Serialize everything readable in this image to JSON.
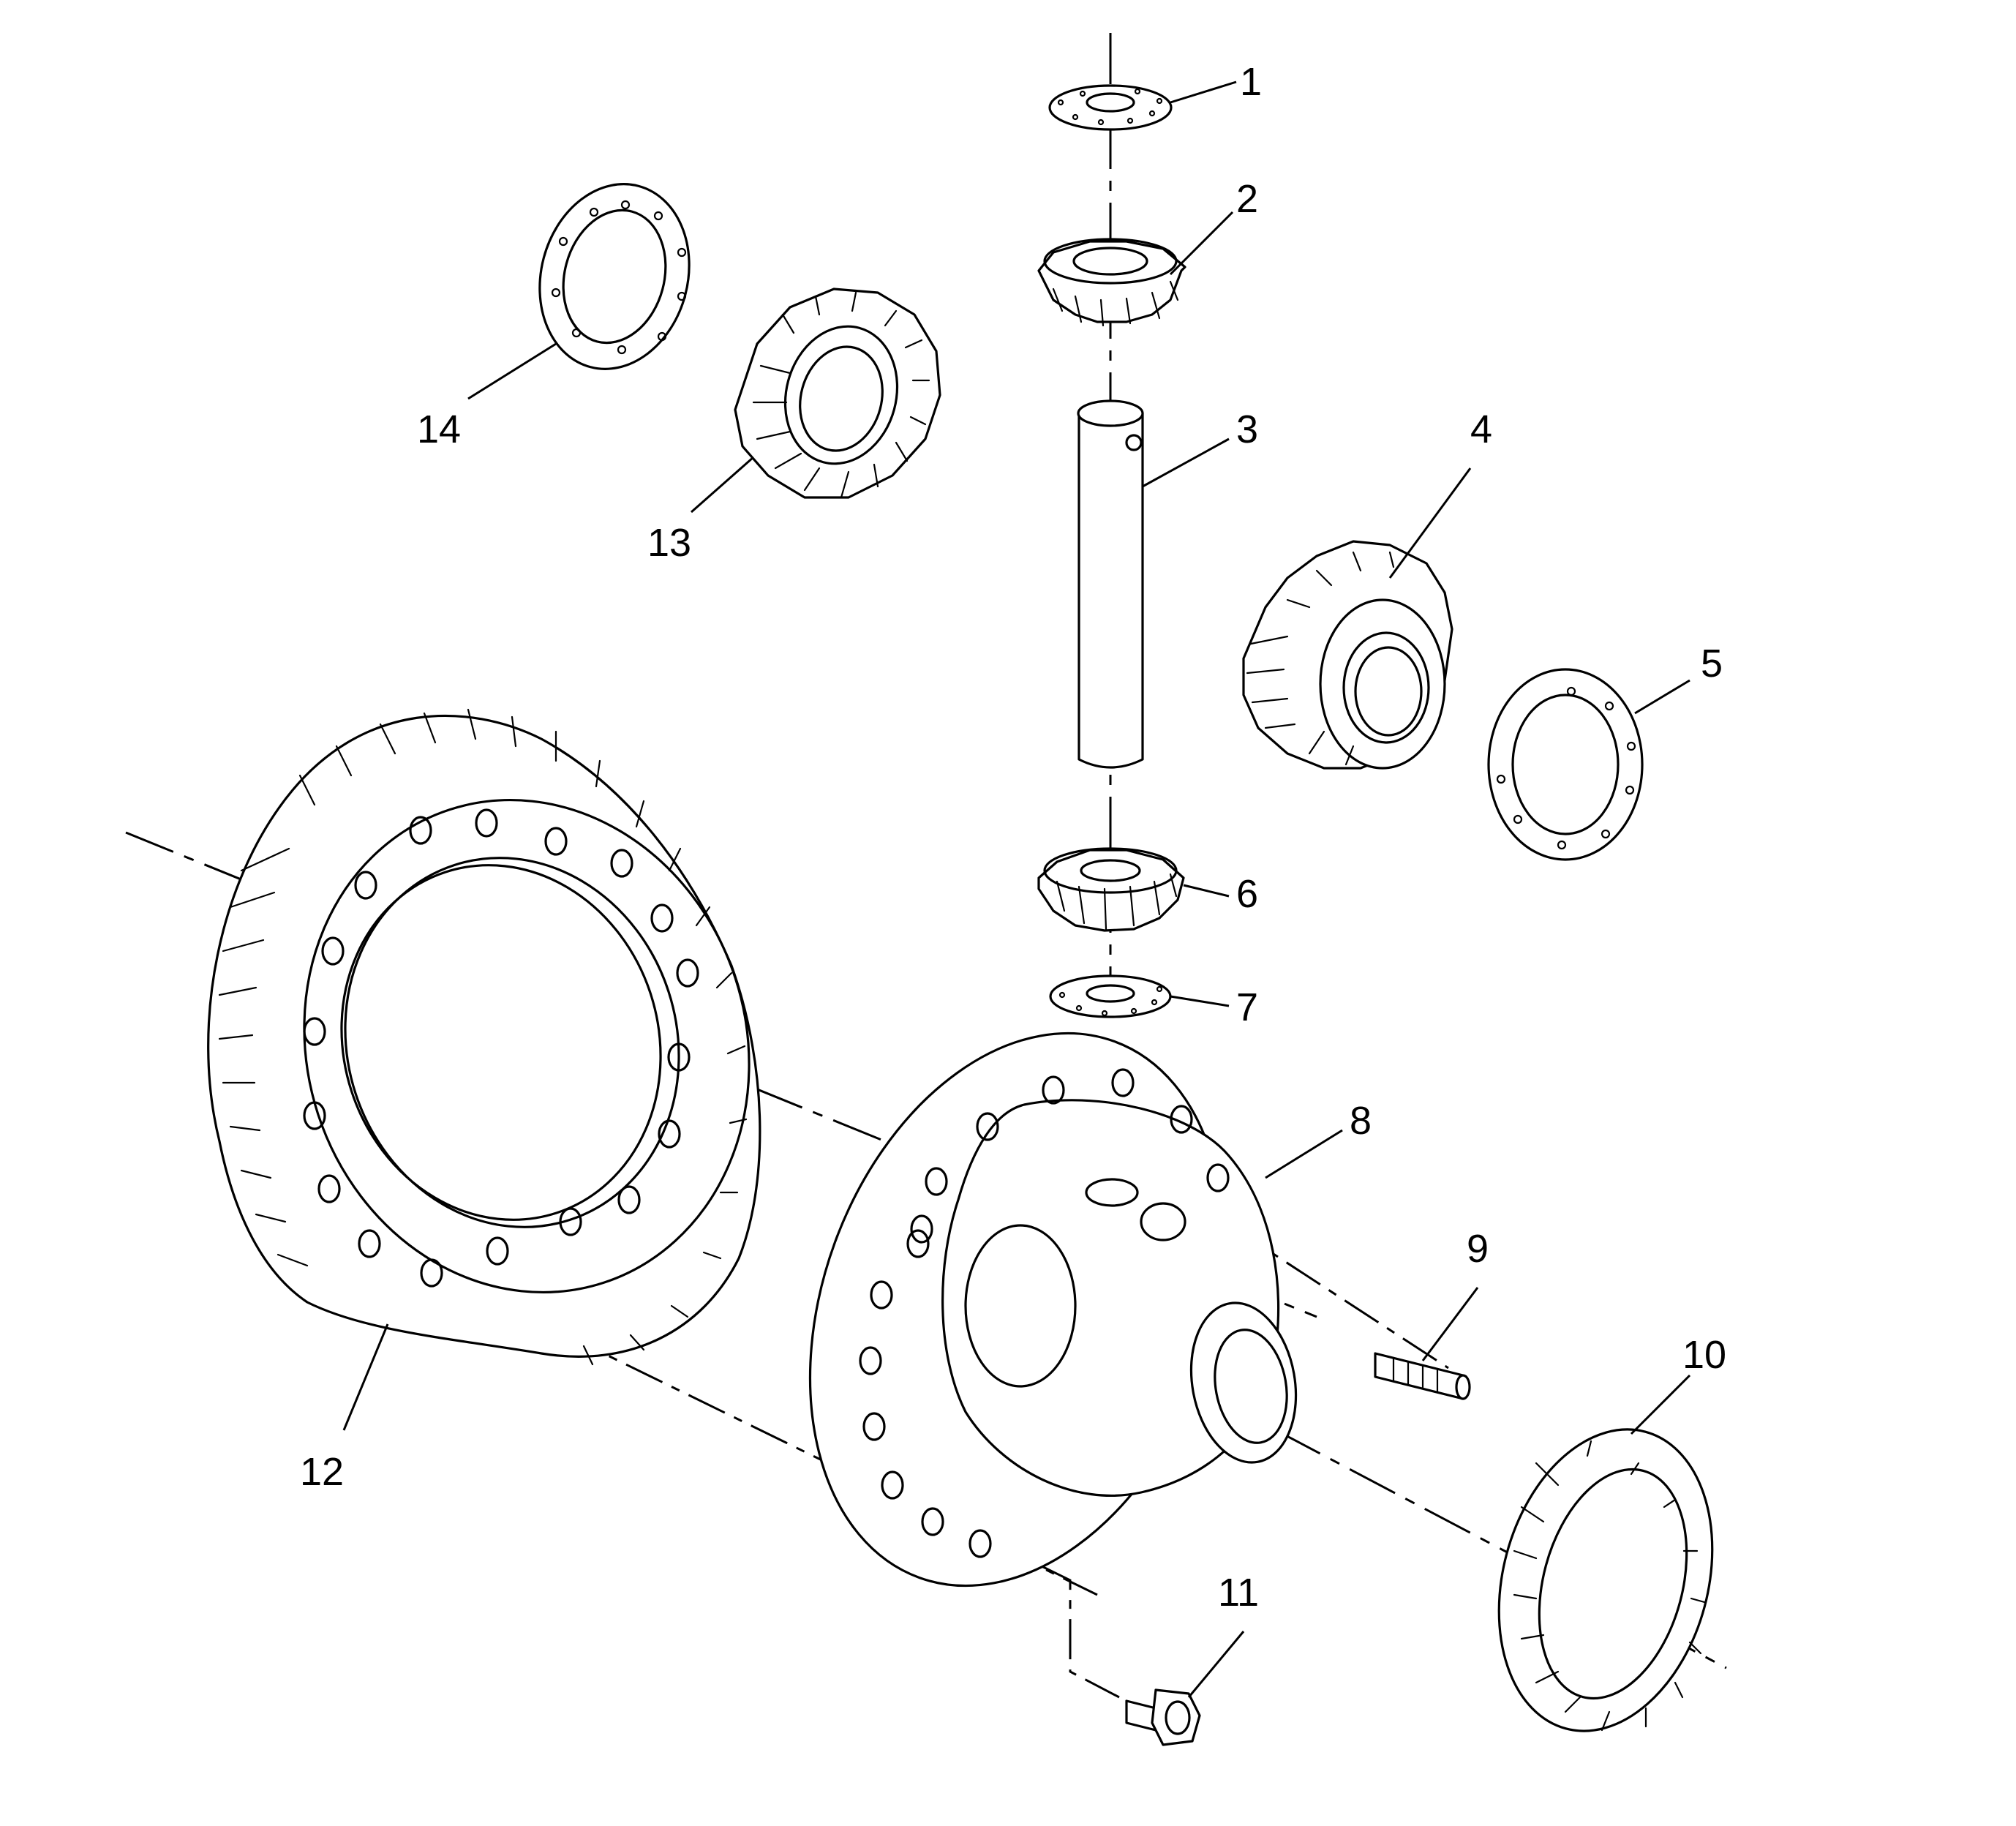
{
  "diagram": {
    "callouts": [
      {
        "id": 1,
        "label": "1"
      },
      {
        "id": 2,
        "label": "2"
      },
      {
        "id": 3,
        "label": "3"
      },
      {
        "id": 4,
        "label": "4"
      },
      {
        "id": 5,
        "label": "5"
      },
      {
        "id": 6,
        "label": "6"
      },
      {
        "id": 7,
        "label": "7"
      },
      {
        "id": 8,
        "label": "8"
      },
      {
        "id": 9,
        "label": "9"
      },
      {
        "id": 10,
        "label": "10"
      },
      {
        "id": 11,
        "label": "11"
      },
      {
        "id": 12,
        "label": "12"
      },
      {
        "id": 13,
        "label": "13"
      },
      {
        "id": 14,
        "label": "14"
      }
    ]
  }
}
